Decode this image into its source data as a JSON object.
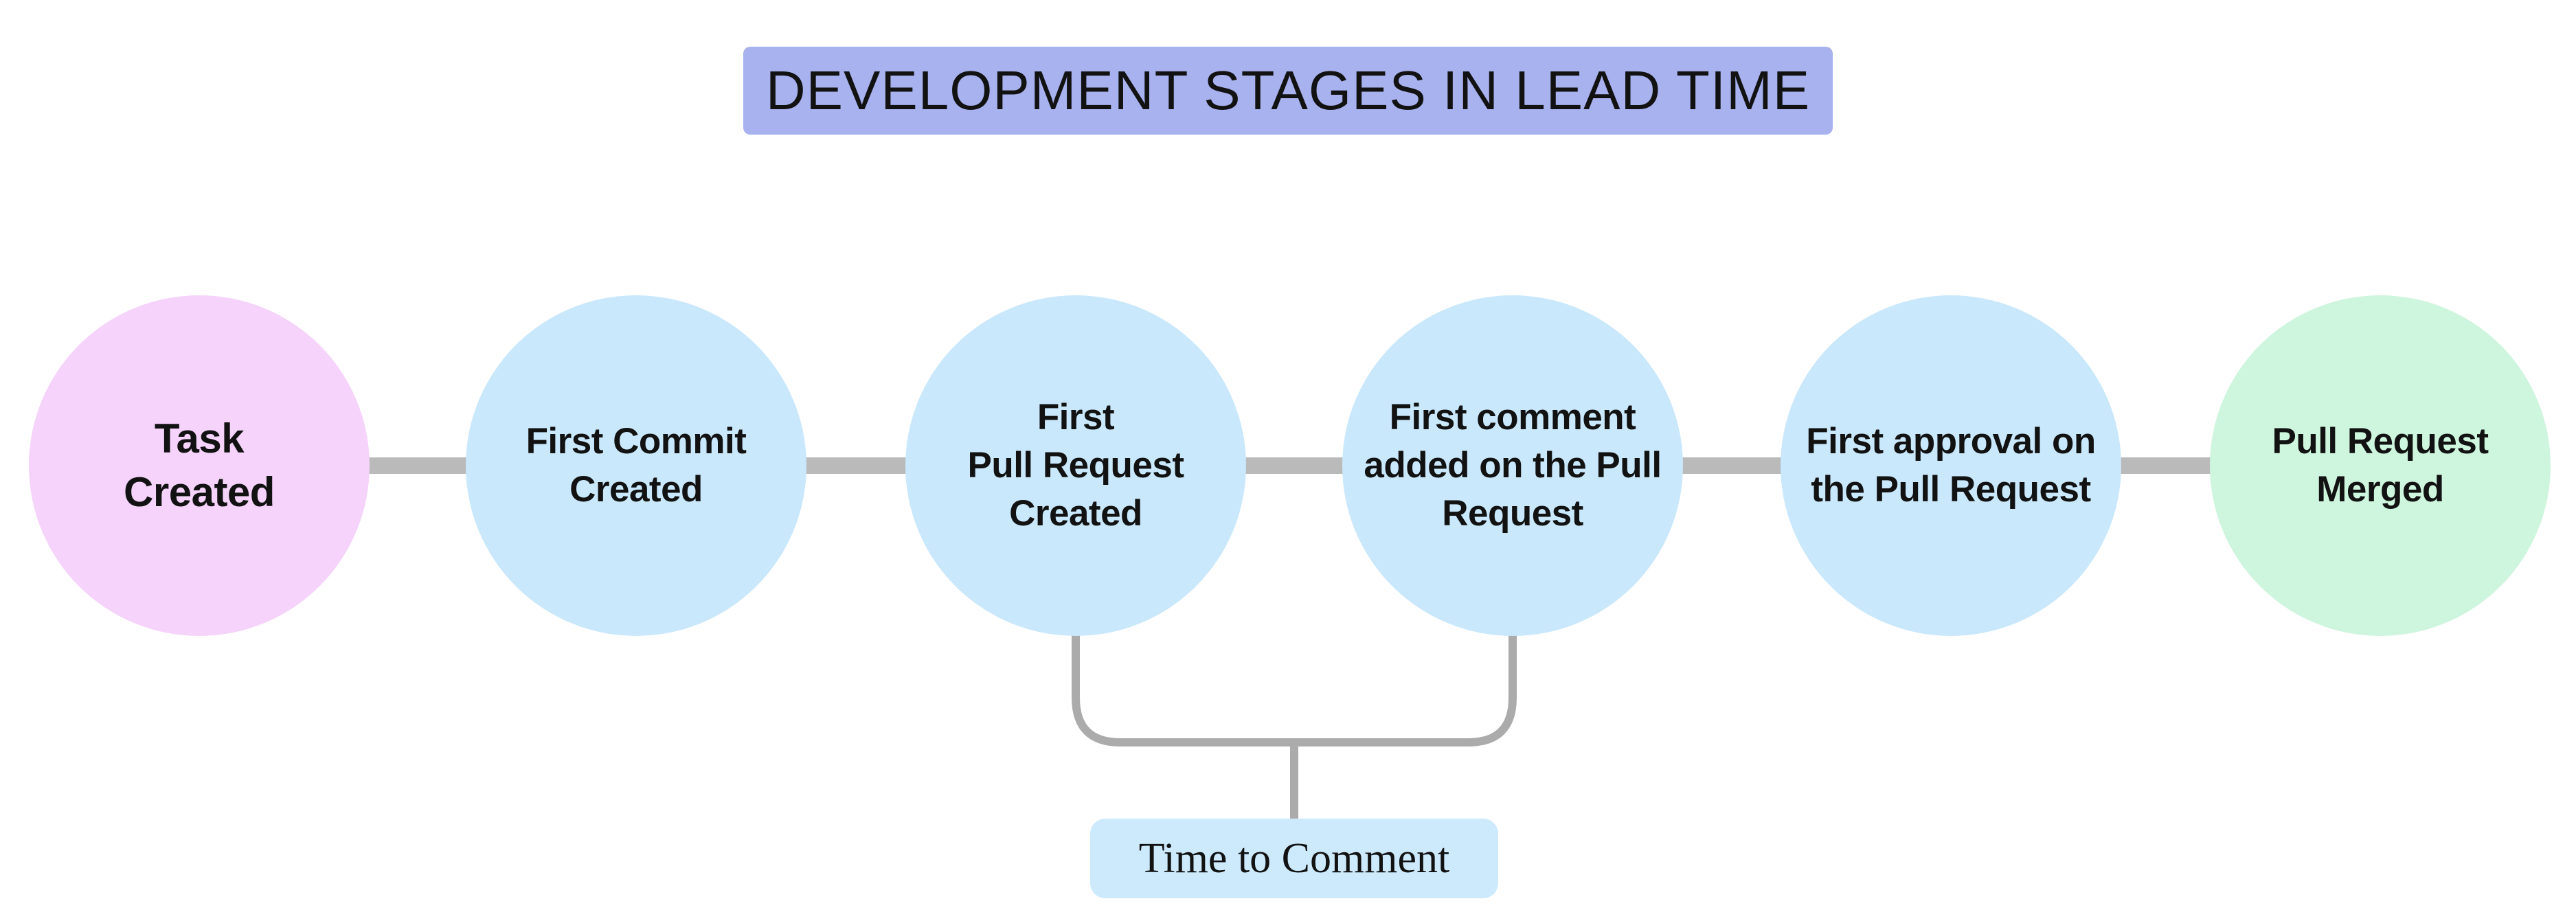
{
  "title": "DEVELOPMENT STAGES IN LEAD TIME",
  "stages": [
    {
      "id": "task-created",
      "lines": [
        "Task",
        "Created"
      ],
      "color": "#f5d3fa"
    },
    {
      "id": "first-commit-created",
      "lines": [
        "First Commit",
        "Created"
      ],
      "color": "#c9e8fb"
    },
    {
      "id": "first-pull-request-created",
      "lines": [
        "First",
        "Pull Request",
        "Created"
      ],
      "color": "#c9e8fb"
    },
    {
      "id": "first-comment-added",
      "lines": [
        "First comment",
        "added on the Pull",
        "Request"
      ],
      "color": "#c9e8fb"
    },
    {
      "id": "first-approval",
      "lines": [
        "First approval on",
        "the Pull Request"
      ],
      "color": "#c9e8fb"
    },
    {
      "id": "pull-request-merged",
      "lines": [
        "Pull Request",
        "Merged"
      ],
      "color": "#cef5dd"
    }
  ],
  "annotation": {
    "label": "Time to Comment",
    "color": "#cdeafd",
    "spans_stages": [
      "First Pull Request Created",
      "First comment added on the Pull Request"
    ]
  },
  "colors": {
    "title_bg": "#a8b2ef",
    "connector": "#bababa",
    "bracket": "#ababab",
    "text": "#121212"
  }
}
